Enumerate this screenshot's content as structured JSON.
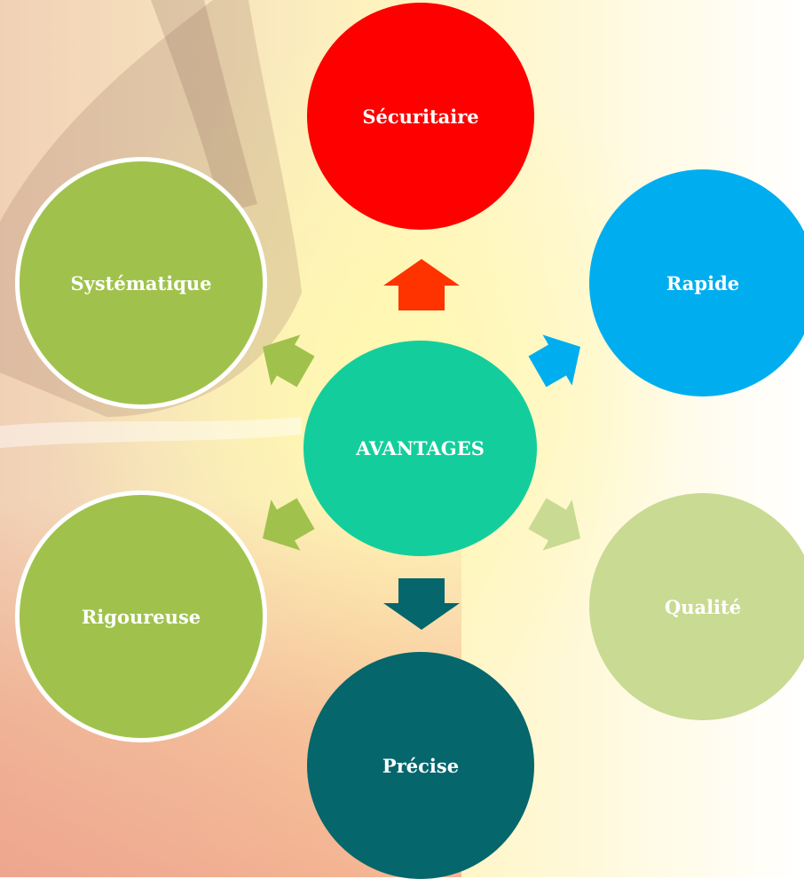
{
  "diagram": {
    "center": {
      "label": "AVANTAGES",
      "color": "#13CE9C"
    },
    "nodes": [
      {
        "id": "securitaire",
        "label": "Sécuritaire",
        "color": "#FF0000",
        "arrow_color": "#FF3300"
      },
      {
        "id": "rapide",
        "label": "Rapide",
        "color": "#00AEEF",
        "arrow_color": "#00AEEF"
      },
      {
        "id": "qualite",
        "label": "Qualité",
        "color": "#C9DA93",
        "arrow_color": "#C9DA93"
      },
      {
        "id": "precise",
        "label": "Précise",
        "color": "#05666C",
        "arrow_color": "#05666C"
      },
      {
        "id": "rigoureuse",
        "label": "Rigoureuse",
        "color": "#A0C24C",
        "arrow_color": "#A0C24C"
      },
      {
        "id": "systematique",
        "label": "Systématique",
        "color": "#A0C24C",
        "arrow_color": "#A0C24C"
      }
    ]
  }
}
